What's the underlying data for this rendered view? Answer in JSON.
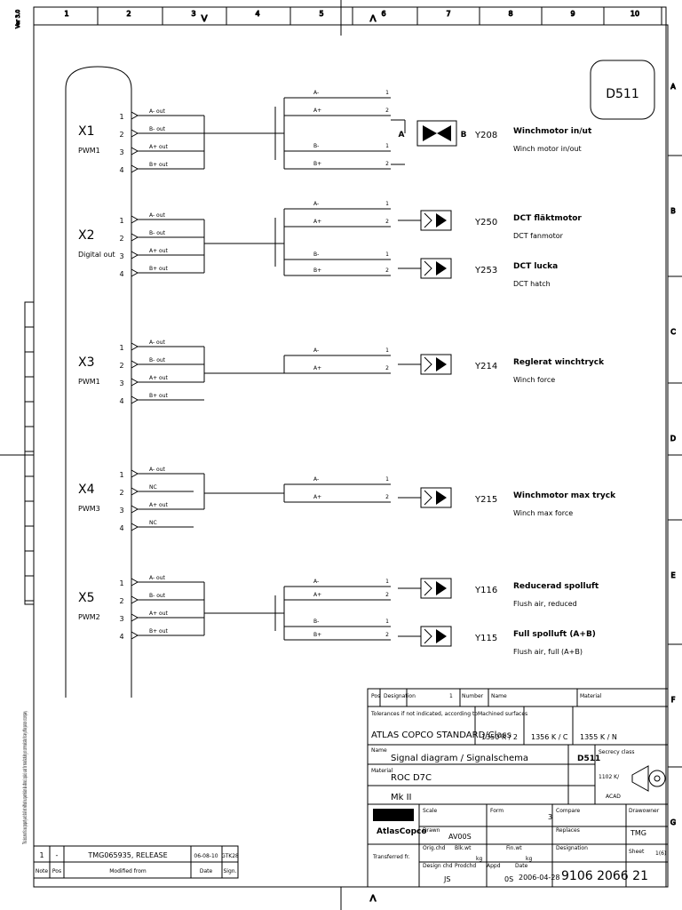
{
  "frame": {
    "columns": [
      "1",
      "2",
      "3",
      "4",
      "5",
      "6",
      "7",
      "8",
      "9",
      "10"
    ],
    "rows": [
      "A",
      "B",
      "C",
      "D",
      "E",
      "F",
      "G"
    ],
    "revision": "Ver 3.0"
  },
  "drawing_tag": "D511",
  "connectors": [
    {
      "id": "X1",
      "type": "PWM1",
      "pins": [
        "1",
        "2",
        "3",
        "4"
      ],
      "signals": [
        "A- out",
        "B- out",
        "A+ out",
        "B+ out"
      ]
    },
    {
      "id": "X2",
      "type": "Digital out",
      "pins": [
        "1",
        "2",
        "3",
        "4"
      ],
      "signals": [
        "A- out",
        "B- out",
        "A+ out",
        "B+ out"
      ]
    },
    {
      "id": "X3",
      "type": "PWM1",
      "pins": [
        "1",
        "2",
        "3",
        "4"
      ],
      "signals": [
        "A- out",
        "B- out",
        "A+ out",
        "B+ out"
      ]
    },
    {
      "id": "X4",
      "type": "PWM3",
      "pins": [
        "1",
        "2",
        "3",
        "4"
      ],
      "signals": [
        "A- out",
        "NC",
        "A+ out",
        "NC"
      ]
    },
    {
      "id": "X5",
      "type": "PWM2",
      "pins": [
        "1",
        "2",
        "3",
        "4"
      ],
      "signals": [
        "A- out",
        "B- out",
        "A+ out",
        "B+ out"
      ]
    }
  ],
  "wires": {
    "X1": [
      "A-",
      "A+",
      "B-",
      "B+"
    ],
    "X2": [
      "A-",
      "A+",
      "B-",
      "B+"
    ],
    "X3": [
      "A-",
      "A+"
    ],
    "X4": [
      "A-",
      "A+"
    ],
    "X5": [
      "A-",
      "A+",
      "B-",
      "B+"
    ]
  },
  "valve_pins": [
    "1",
    "2"
  ],
  "y208_sides": [
    "A",
    "B"
  ],
  "components": [
    {
      "id": "Y208",
      "label_sv": "Winchmotor in/ut",
      "label_en": "Winch motor in/out"
    },
    {
      "id": "Y250",
      "label_sv": "DCT fläktmotor",
      "label_en": "DCT fanmotor"
    },
    {
      "id": "Y253",
      "label_sv": "DCT lucka",
      "label_en": "DCT hatch"
    },
    {
      "id": "Y214",
      "label_sv": "Reglerat winchtryck",
      "label_en": "Winch force"
    },
    {
      "id": "Y215",
      "label_sv": "Winchmotor max tryck",
      "label_en": "Winch max force"
    },
    {
      "id": "Y116",
      "label_sv": "Reducerad spolluft",
      "label_en": "Flush air, reduced"
    },
    {
      "id": "Y115",
      "label_sv": "Full spolluft  (A+B)",
      "label_en": "Flush air, full  (A+B)"
    }
  ],
  "title_block": {
    "pos": "Pos",
    "designation_hdr": "Designation",
    "number_hdr": "Number",
    "name_hdr": "Name",
    "material_hdr": "Material",
    "count": "1",
    "tolerances": "Tolerances if not indicated, according to",
    "machined": "Machined surfaces",
    "standard": "ATLAS COPCO STANDARD/Class",
    "class1": "1350 K / 2",
    "class2": "1356 K / C",
    "class3": "1355 K / N",
    "name_lbl": "Name",
    "title": "Signal diagram / Signalschema",
    "tag": "D511",
    "secrecy": "Secrecy class",
    "material_lbl": "Material",
    "product": "ROC D7C",
    "code1": "1102 K/",
    "variant": "Mk II",
    "code2": "ACAD",
    "logo": "AtlasCopco",
    "scale": "Scale",
    "form": "Form",
    "sheets_total": "3",
    "company": "Compare",
    "replaces": "Replaces",
    "drawing_owner": "Drawowner",
    "owner": "TMG",
    "drawn": "Drawn",
    "drawn_by": "AV00S",
    "sheet": "Sheet",
    "sheet_no": "1(6)",
    "transferred": "Transferred fr.",
    "orig_chd": "Orig.chd",
    "blk_wt": "Blk.wt",
    "fin_wt": "Fin.wt",
    "kg1": "kg",
    "kg2": "kg",
    "designation": "Designation",
    "design_chd": "Design chd",
    "design_chd_val": "JS",
    "prod_chd": "Prodchd",
    "appd": "Appd",
    "appd_val": "0S",
    "date_lbl": "Date",
    "date": "2006-04-28",
    "drawing_number": "9106 2066 21"
  },
  "revision_block": {
    "note_no": "1",
    "pos": "-",
    "text": "TMG065935, RELEASE",
    "date": "06-08-10",
    "sign": "GTK28",
    "h_note": "Note",
    "h_pos": "Pos",
    "h_modified": "Modified from",
    "h_date": "Date",
    "h_sign": "Sign."
  },
  "property_notice": "This document is our property and shall not without our permission be altered, copied, used for manufacturing or communicated to any other person or company."
}
